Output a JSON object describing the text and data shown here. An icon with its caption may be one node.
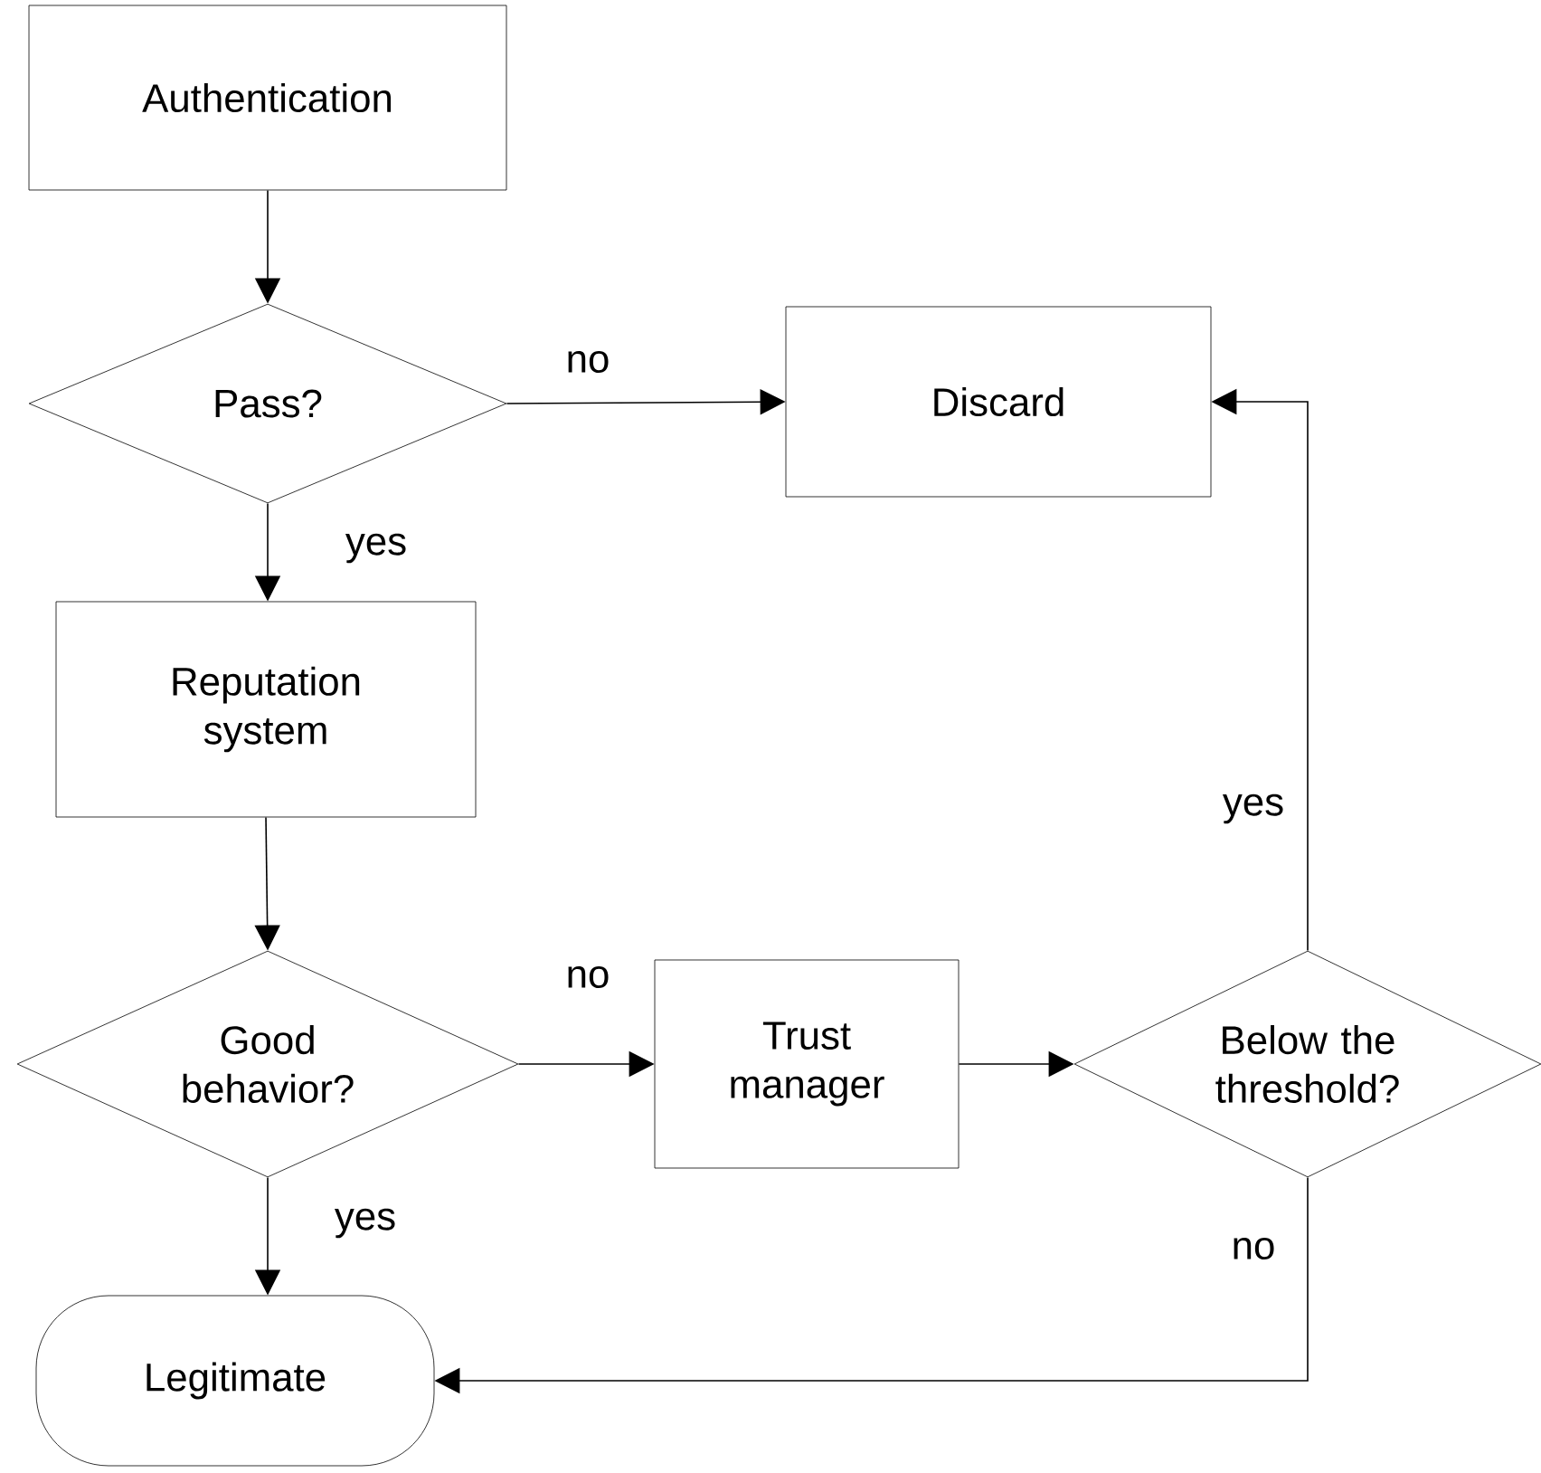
{
  "diagram": {
    "nodes": [
      {
        "text": [
          "Authentication"
        ]
      },
      {
        "text": [
          "Pass?"
        ]
      },
      {
        "text": [
          "Discard"
        ]
      },
      {
        "text": [
          "Reputation system"
        ]
      },
      {
        "text": [
          "Good behavior?"
        ]
      },
      {
        "text": [
          "Trust manager"
        ]
      },
      {
        "text": [
          "Below the threshold?"
        ]
      },
      {
        "text": [
          "Legitimate"
        ]
      }
    ],
    "edges": [
      {
        "from": 0,
        "to": 1,
        "arrow": "to"
      },
      {
        "from": 1,
        "to": 2,
        "arrow": "to",
        "label": "no"
      },
      {
        "from": 1,
        "to": 3,
        "arrow": "to",
        "label": "yes"
      },
      {
        "from": 3,
        "to": 4,
        "arrow": "to"
      },
      {
        "from": 4,
        "to": 5,
        "arrow": "to",
        "label": "no"
      },
      {
        "from": 5,
        "to": 6,
        "arrow": "to"
      },
      {
        "from": 6,
        "to": 2,
        "arrow": "to",
        "label": "yes"
      },
      {
        "from": 4,
        "to": 7,
        "arrow": "to",
        "label": "yes"
      },
      {
        "from": 6,
        "to": 7,
        "arrow": "to",
        "label": "no"
      }
    ]
  }
}
